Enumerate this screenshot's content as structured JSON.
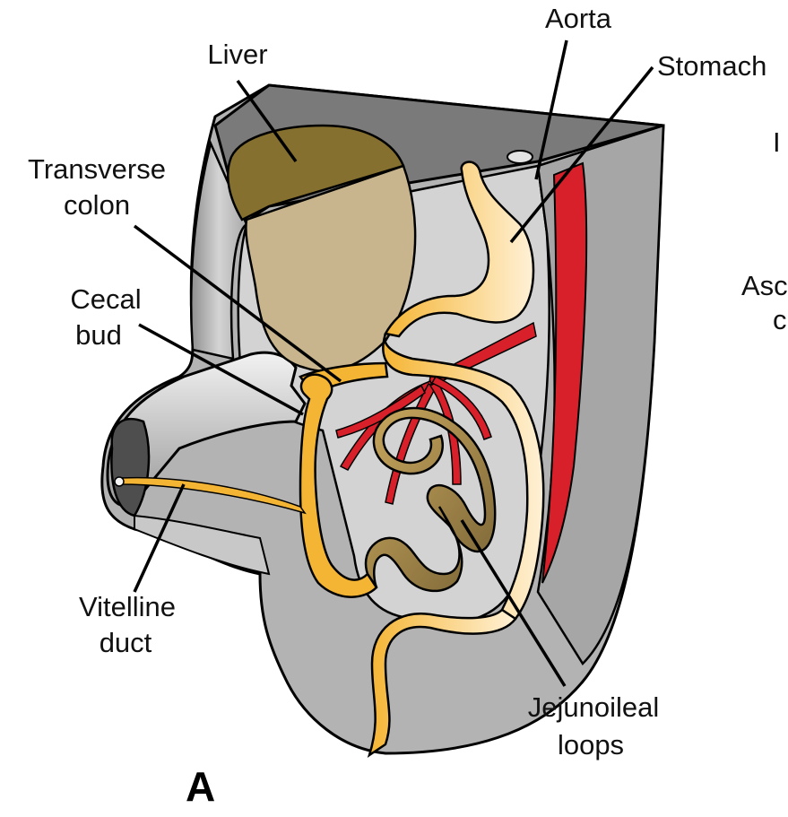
{
  "figure": {
    "panel_letter": "A",
    "labels": {
      "liver": "Liver",
      "aorta": "Aorta",
      "stomach": "Stomach",
      "transverse_colon_line1": "Transverse",
      "transverse_colon_line2": "colon",
      "cecal_bud_line1": "Cecal",
      "cecal_bud_line2": "bud",
      "vitelline_duct_line1": "Vitelline",
      "vitelline_duct_line2": "duct",
      "jejunoileal_line1": "Jejunoileal",
      "jejunoileal_line2": "loops",
      "cut_off_right_1": "I",
      "cut_off_right_2": "Asc",
      "cut_off_right_3": "c"
    },
    "colors": {
      "gut": "#f5b83a",
      "gut_light": "#fde9bf",
      "artery": "#d8202a",
      "liver_dark": "#8a7535",
      "liver_light": "#c9b68e",
      "body_wall": "#b8b8b8",
      "cavity": "#d9d9d9",
      "ileal_loop": "#a08850"
    }
  }
}
